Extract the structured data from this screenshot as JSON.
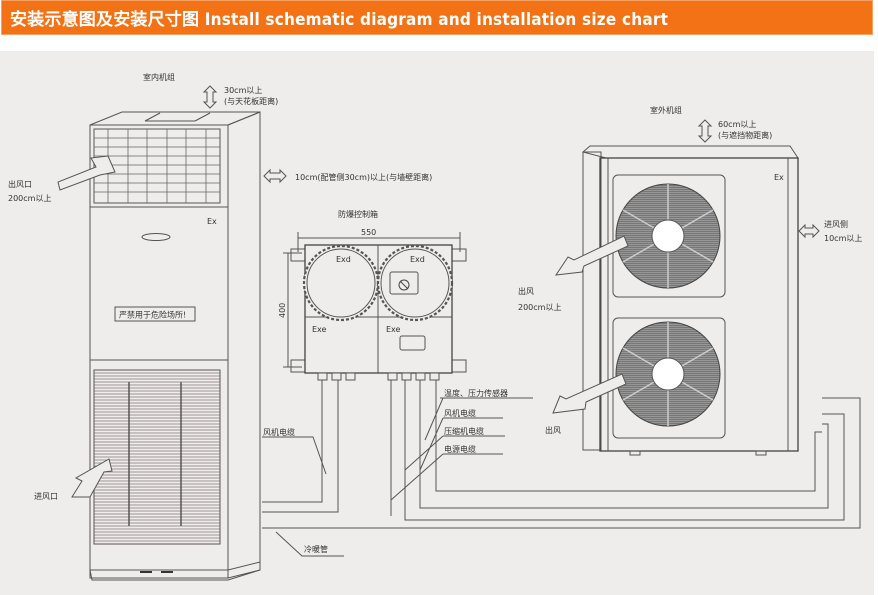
{
  "header": {
    "title": "安装示意图及安装尺寸图  Install schematic diagram and installation size chart",
    "background_color": "#f47216",
    "text_color": "#ffffff"
  },
  "panel": {
    "background_color": "#eeedeb"
  },
  "indoor_unit": {
    "title": "室内机组",
    "top_clearance": "30cm以上",
    "top_clearance_note": "(与天花板距离)",
    "side_clearance": "10cm(配管侧30cm)以上(与墙壁距离)",
    "outlet_label": "出风口",
    "outlet_distance": "200cm以上",
    "inlet_label": "进风口",
    "ex_mark": "Ex",
    "warning_plate": "严禁用于危险场所!"
  },
  "control_box": {
    "title": "防爆控制箱",
    "width_dim": "550",
    "height_dim": "400",
    "compartments": [
      "Exd",
      "Exd",
      "Exe",
      "Exe"
    ]
  },
  "cables": {
    "fan_cable_left": "风机电缆",
    "sensor": "温度、压力传感器",
    "fan_cable": "风机电缆",
    "compressor_cable": "压缩机电缆",
    "power_cable": "电源电缆",
    "refrigerant_pipe": "冷暖管"
  },
  "outdoor_unit": {
    "title": "室外机组",
    "top_clearance": "60cm以上",
    "top_clearance_note": "(与遮挡物距离)",
    "ex_mark": "Ex",
    "inlet_side": "进风侧",
    "inlet_clearance": "10cm以上",
    "outlet_upper": "出风",
    "outlet_upper_distance": "200cm以上",
    "outlet_lower": "出风"
  }
}
